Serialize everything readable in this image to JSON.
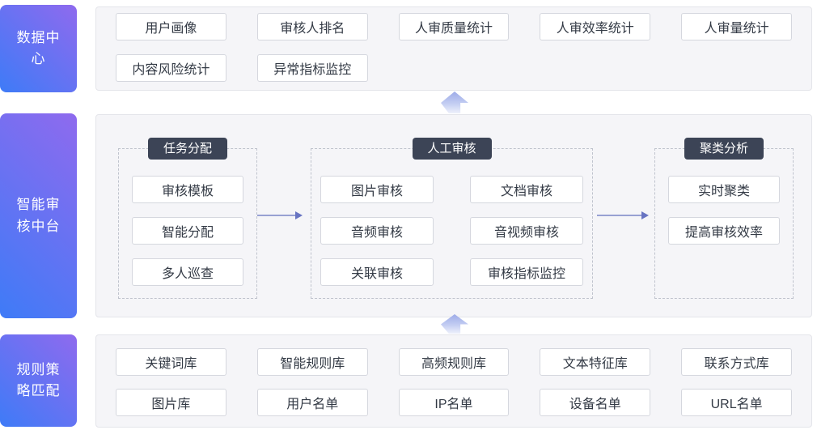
{
  "sidebar": {
    "data_center_label": "数据中心",
    "review_platform_label": "智能审核中台",
    "rule_match_label": "规则策略匹配"
  },
  "data_center": {
    "row1": [
      "用户画像",
      "审核人排名",
      "人审质量统计",
      "人审效率统计",
      "人审量统计"
    ],
    "row2": [
      "内容风险统计",
      "异常指标监控"
    ]
  },
  "review_platform": {
    "groups": [
      {
        "title": "任务分配",
        "items": [
          "审核模板",
          "智能分配",
          "多人巡查"
        ]
      },
      {
        "title": "人工审核",
        "items": [
          "图片审核",
          "文档审核",
          "音频审核",
          "音视频审核",
          "关联审核",
          "审核指标监控"
        ]
      },
      {
        "title": "聚类分析",
        "items": [
          "实时聚类",
          "提高审核效率"
        ]
      }
    ]
  },
  "rule_match": {
    "row1": [
      "关键词库",
      "智能规则库",
      "高频规则库",
      "文本特征库",
      "联系方式库"
    ],
    "row2": [
      "图片库",
      "用户名单",
      "IP名单",
      "设备名单",
      "URL名单"
    ]
  },
  "colors": {
    "sidebar_gradient_start": "#3E7BF7",
    "sidebar_gradient_end": "#8F6AEE",
    "badge_bg": "#3C4456",
    "flow_arrow": "#6874C2",
    "big_arrow": "#9DABE8",
    "panel_bg": "#F5F5F8"
  }
}
